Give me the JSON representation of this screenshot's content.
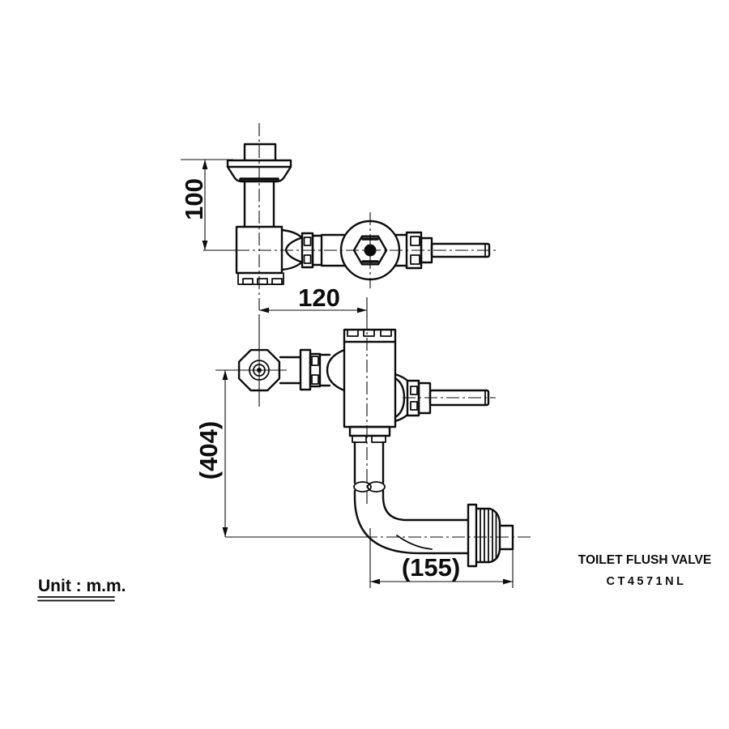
{
  "unit_label": "Unit : m.m.",
  "title": {
    "product": "TOILET FLUSH VALVE",
    "model": "CT4571NL"
  },
  "dimensions": {
    "d100": "100",
    "d120": "120",
    "d404": "(404)",
    "d155": "(155)"
  },
  "colors": {
    "line": "#0d0d0d",
    "background": "#ffffff"
  }
}
